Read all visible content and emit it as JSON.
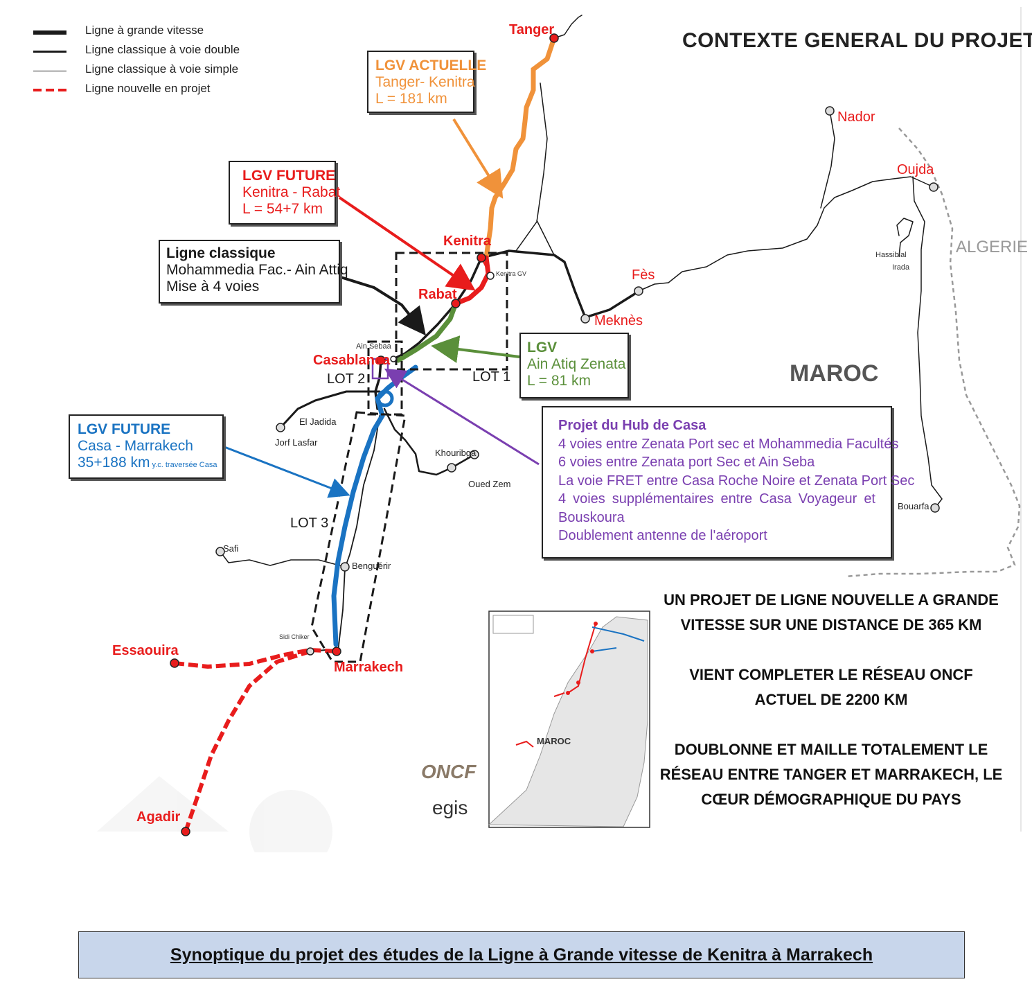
{
  "title": "CONTEXTE GENERAL DU PROJET",
  "legend": [
    {
      "label": "Ligne à grande vitesse",
      "style": "hsl"
    },
    {
      "label": "Ligne classique à voie double",
      "style": "double"
    },
    {
      "label": "Ligne classique à voie simple",
      "style": "simple"
    },
    {
      "label": "Ligne nouvelle en projet",
      "style": "projet"
    }
  ],
  "colors": {
    "lgv_actuelle": "#f0923a",
    "lgv_future_kr": "#e81c1c",
    "lgv_ain_atiq": "#5a8f3a",
    "lgv_casa_marrakech": "#1a73c2",
    "hub": "#7a3fb0",
    "projet": "#e81c1c",
    "classique": "#1a1a1a",
    "caption_bg": "#c8d6eb"
  },
  "boxes": {
    "lgv_actuelle": {
      "title": "LGV ACTUELLE",
      "line1": "Tanger- Kenitra",
      "line2": "L = 181 km"
    },
    "lgv_future_kr": {
      "title": "LGV FUTURE",
      "line1": "Kenitra - Rabat",
      "line2": "L = 54+7 km"
    },
    "ligne_classique": {
      "title": "Ligne classique",
      "line1": "Mohammedia Fac.- Ain Attiq",
      "line2": "Mise à 4 voies"
    },
    "lgv_ain_atiq": {
      "title": "LGV",
      "line1": "Ain Atiq Zenata",
      "line2": "L = 81 km"
    },
    "lgv_future_cm": {
      "title": "LGV FUTURE",
      "line1": "Casa - Marrakech",
      "line2": "35+188 km",
      "note": "y.c. traversée Casa"
    },
    "hub": {
      "title": "Projet du Hub de Casa",
      "lines": [
        "4 voies entre Zenata Port sec et Mohammedia Facultés",
        "6 voies entre Zenata port Sec et Ain Seba",
        "La voie FRET entre Casa Roche Noire et Zenata Port Sec",
        "4 voies supplémentaires entre Casa Voyageur et",
        "Bouskoura",
        "Doublement antenne de l'aéroport"
      ]
    }
  },
  "places": {
    "tanger": "Tanger",
    "kenitra": "Kenitra",
    "kenitra_gv": "Kenitra GV",
    "rabat": "Rabat",
    "casablanca": "Casablanca",
    "ain_sebaa": "Ain Sebaa",
    "nador": "Nador",
    "oujda": "Oujda",
    "algerie": "ALGERIE",
    "hassi_blal": "Hassiblal",
    "irada": "Irada",
    "fes": "Fès",
    "meknes": "Meknès",
    "maroc": "MAROC",
    "el_jadida": "El Jadida",
    "jorf_lasfar": "Jorf Lasfar",
    "khouribga": "Khouribga",
    "oued_zem": "Oued Zem",
    "safi": "Safi",
    "benguerir": "Benguérir",
    "sidi_chiker": "Sidi Chiker",
    "essaouira": "Essaouira",
    "marrakech": "Marrakech",
    "agadir": "Agadir",
    "bouarfa": "Bouarfa"
  },
  "lots": {
    "lot1": "LOT 1",
    "lot2": "LOT 2",
    "lot3": "LOT 3"
  },
  "summary": [
    "UN PROJET DE LIGNE NOUVELLE A GRANDE VITESSE SUR UNE DISTANCE DE 365 KM",
    "VIENT COMPLETER LE RÉSEAU ONCF ACTUEL DE 2200 KM",
    "DOUBLONNE ET MAILLE TOTALEMENT LE RÉSEAU ENTRE TANGER ET MARRAKECH, LE CŒUR DÉMOGRAPHIQUE DU PAYS"
  ],
  "inset": {
    "label": "MAROC"
  },
  "logos": {
    "oncf": "ONCF",
    "egis": "egis"
  },
  "caption": "Synoptique du projet des études de la Ligne à Grande vitesse de Kenitra à Marrakech"
}
